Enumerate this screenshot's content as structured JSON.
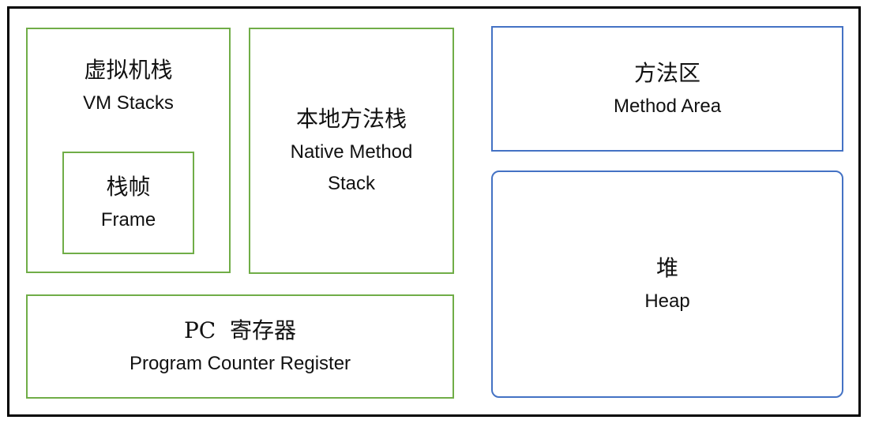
{
  "colors": {
    "green_border": "#70AD47",
    "blue_border": "#4472C4",
    "outer_border": "#000000",
    "text": "#111111",
    "background": "#FFFFFF"
  },
  "boxes": {
    "vm_stacks": {
      "zh": "虚拟机栈",
      "en": "VM Stacks"
    },
    "frame": {
      "zh": "栈帧",
      "en": "Frame"
    },
    "native_method_stack": {
      "zh": "本地方法栈",
      "en": "Native Method Stack"
    },
    "method_area": {
      "zh": "方法区",
      "en": "Method Area"
    },
    "heap": {
      "zh": "堆",
      "en": "Heap"
    },
    "pc_register": {
      "zh": "PC  寄存器",
      "en": "Program Counter Register"
    }
  }
}
